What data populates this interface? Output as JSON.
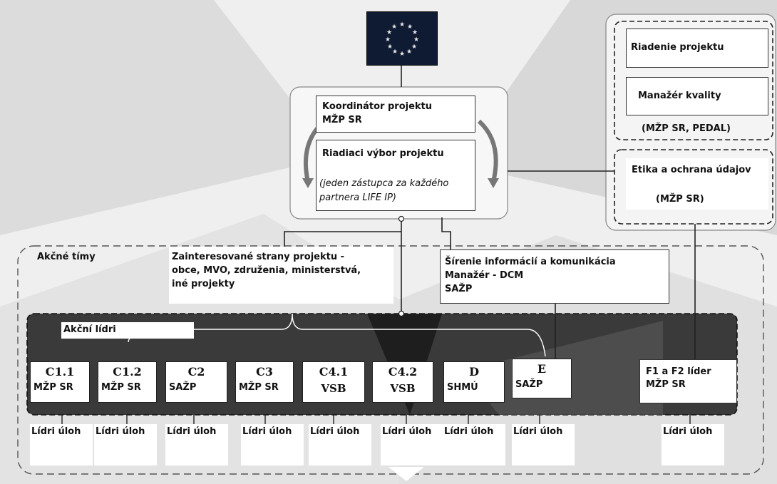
{
  "coordinator": {
    "title": "Koordinátor projektu",
    "org": "MŽP SR"
  },
  "steering": {
    "title": "Riadiaci výbor projektu",
    "note_line1": "(jeden zástupca za každého",
    "note_line2": "partnera LIFE IP)"
  },
  "management": {
    "project": "Riadenie projektu",
    "quality": "Manažér kvality",
    "quality_orgs": "(MŽP SR, PEDAL)"
  },
  "ethics": {
    "title": "Etika a ochrana údajov",
    "org": "(MŽP SR)"
  },
  "action_teams": {
    "label": "Akčné tímy"
  },
  "stakeholders": {
    "line1": "Zainteresované strany projektu -",
    "line2": "obce, MVO, združenia, ministerstvá,",
    "line3": "iné projekty"
  },
  "dissemination": {
    "line1": "Šírenie informácií a komunikácia",
    "line2": "Manažér - DCM",
    "line3": "SAŽP"
  },
  "action_leaders": {
    "label": "Akční lídri"
  },
  "teams": [
    {
      "code": "C1.1",
      "org": "MŽP SR"
    },
    {
      "code": "C1.2",
      "org": "MŽP SR"
    },
    {
      "code": "C2",
      "org": "SAŽP"
    },
    {
      "code": "C3",
      "org": "MŽP SR"
    },
    {
      "code": "C4.1",
      "org": "VSB"
    },
    {
      "code": "C4.2",
      "org": "VSB"
    },
    {
      "code": "D",
      "org": "SHMÚ"
    },
    {
      "code": "E",
      "org": "SAŽP"
    }
  ],
  "f_leader": {
    "line1": "F1 a F2 líder",
    "line2": "MŽP SR"
  },
  "task_leaders": [
    "Lídri úloh",
    "Lídri úloh",
    "Lídri úloh",
    "Lídri úloh",
    "Lídri úloh",
    "Lídri úloh",
    "Lídri úloh",
    "Lídri úloh",
    "Lídri úloh"
  ]
}
